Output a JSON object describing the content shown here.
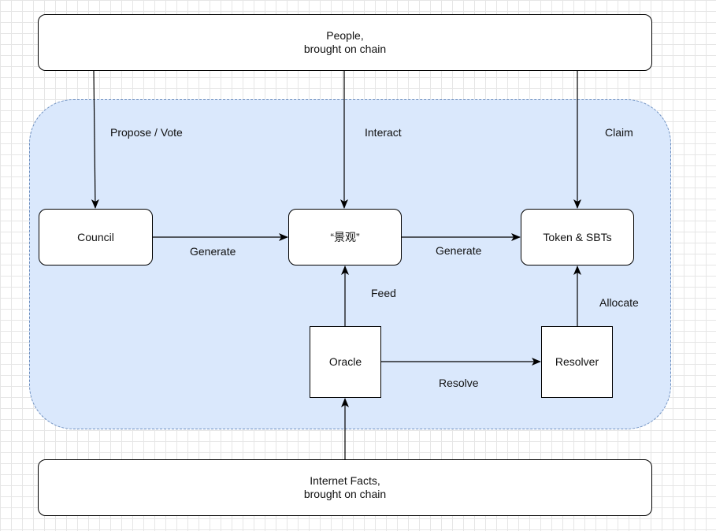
{
  "nodes": {
    "people": "People,\nbrought on chain",
    "council": "Council",
    "landscape": "“景观”",
    "token": "Token & SBTs",
    "oracle": "Oracle",
    "resolver": "Resolver",
    "internet": "Internet Facts,\nbrought on chain"
  },
  "edges": {
    "propose_vote": "Propose / Vote",
    "interact": "Interact",
    "claim": "Claim",
    "generate_left": "Generate",
    "generate_right": "Generate",
    "feed": "Feed",
    "allocate": "Allocate",
    "resolve": "Resolve"
  }
}
